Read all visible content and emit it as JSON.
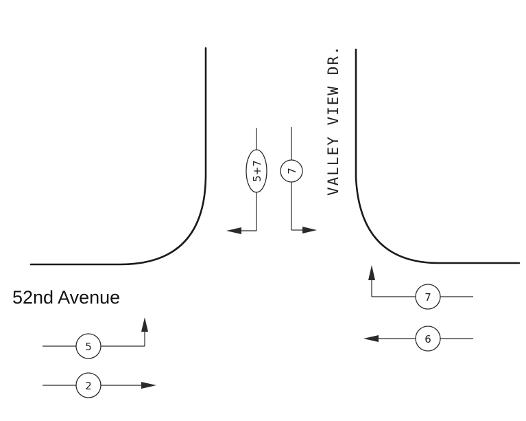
{
  "streets": {
    "vertical_name": "VALLEY VIEW DR.",
    "horizontal_name": "52nd Avenue"
  },
  "movements": {
    "southbound_left": "5+7",
    "southbound_right": "7",
    "westbound_right": "7",
    "westbound_through": "6",
    "eastbound_left": "5",
    "eastbound_through": "2"
  }
}
